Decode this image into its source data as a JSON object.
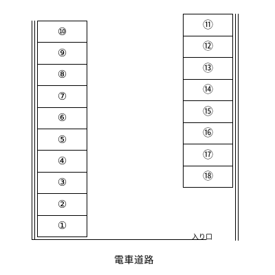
{
  "left_stalls": [
    "⑩",
    "⑨",
    "⑧",
    "⑦",
    "⑥",
    "⑤",
    "④",
    "③",
    "②",
    "①"
  ],
  "right_stalls": [
    "⑪",
    "⑫",
    "⑬",
    "⑭",
    "⑮",
    "⑯",
    "⑰",
    "⑱"
  ],
  "entrance_label": "入り口",
  "road_label": "電車道路"
}
